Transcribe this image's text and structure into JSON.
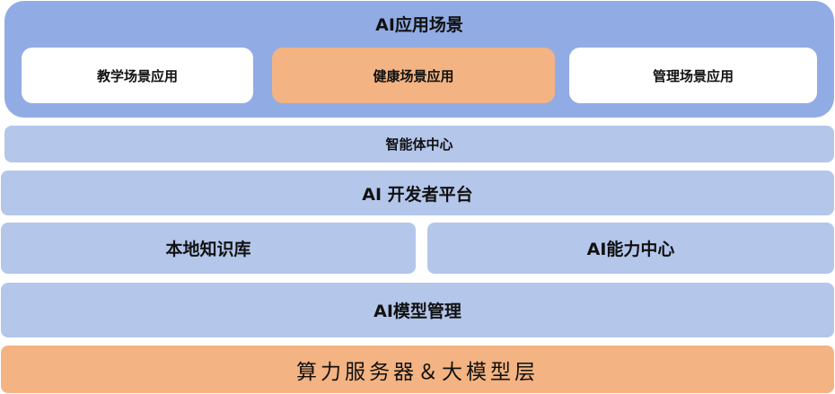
{
  "app_scenarios": {
    "title": "AI应用场景",
    "items": [
      {
        "label": "教学场景应用",
        "highlight": false
      },
      {
        "label": "健康场景应用",
        "highlight": true
      },
      {
        "label": "管理场景应用",
        "highlight": false
      }
    ]
  },
  "agent_center": {
    "label": "智能体中心"
  },
  "dev_platform": {
    "label": "AI 开发者平台"
  },
  "knowledge_base": {
    "label": "本地知识库"
  },
  "ability_center": {
    "label": "AI能力中心"
  },
  "model_management": {
    "label": "AI模型管理"
  },
  "compute_layer": {
    "label": "算力服务器＆大模型层"
  },
  "colors": {
    "outer_blue": "#91ace4",
    "light_blue": "#b4c6ea",
    "orange": "#f3b382",
    "white": "#ffffff"
  }
}
